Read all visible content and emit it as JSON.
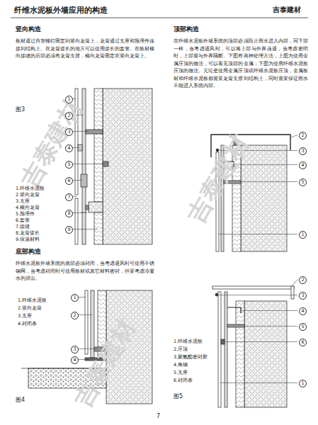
{
  "diagram": {
    "title": "纤维水泥板外墙应用的构造",
    "labels": [
      "吉泰建材",
      "竖向构造",
      "板材通过自攻螺钉固定到竖向龙骨上，龙骨通过支座和预埋件连接到结构上。在龙骨接长的地方可以使用接长的套管。在板材横向接缝的后部必须有龙骨支撑，横向龙骨固定在竖向龙骨上。",
      "图3",
      "1.纤维水泥板",
      "2.竖向龙骨",
      "3.支座",
      "4.横向龙骨",
      "5.预埋件",
      "6.套管",
      "7.接缝",
      "8.龙骨接长",
      "9.保温材料",
      "1",
      "2",
      "3",
      "4",
      "5",
      "6",
      "7",
      "8",
      "9",
      "底部构造",
      "纤维水泥板外墙系统的底部必须封闭，当考虑通风时可使用不锈钢网，当考虑封闭时可使用板材或其它材料密封，但要考虑冷凝水的排出。",
      "1.纤维水泥板",
      "2.竖向龙骨",
      "3.支座",
      "4.封闭条",
      "1",
      "2",
      "3",
      "4",
      "图4",
      "顶部构造",
      "在纤维水泥板外墙系统的顶部必须防止雨水进入内部，同下部一样，当考虑通风时，可以将上部与外界连通，当考虑密闭时，上部需与外界隔断。下图有两种处理方法，上图为使用金属压顶的做法，可以看见顶部的金属；下图为使用纤维水泥板压顶的做法。无论是使用金属压顶或纤维水泥板压顶，金属板材和纤维水泥板都需要龙骨支撑到结构上，同时需要保证雨水不能进入系统内部。",
      "2",
      "3",
      "4",
      "5",
      "1",
      "2",
      "3",
      "4",
      "5",
      "6",
      "1",
      "1.纤维水泥板",
      "2.压顶",
      "3.聚氨酯密封胶",
      "4.角钢",
      "5.支座",
      "6.封闭条",
      "图5",
      "7",
      "吉泰建材",
      "吉泰建材",
      "吉泰建材"
    ]
  }
}
